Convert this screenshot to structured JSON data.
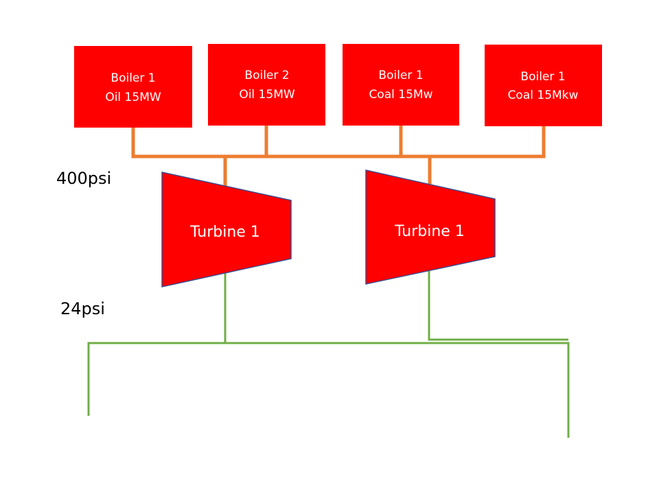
{
  "colors": {
    "equipment_fill": "#ff0000",
    "turbine_outline": "#3c4a8c",
    "steam_pipe": "#ed7d31",
    "exhaust_pipe": "#70ad47",
    "label_text": "#ffffff",
    "pressure_text": "#000000"
  },
  "boilers": [
    {
      "name": "Boiler 1",
      "spec": "Oil 15MW"
    },
    {
      "name": "Boiler 2",
      "spec": "Oil 15MW"
    },
    {
      "name": "Boiler 1",
      "spec": "Coal 15Mw"
    },
    {
      "name": "Boiler 1",
      "spec": "Coal 15Mkw"
    }
  ],
  "turbines": [
    {
      "label": "Turbine 1"
    },
    {
      "label": "Turbine 1"
    }
  ],
  "pressures": {
    "high": "400psi",
    "low": "24psi"
  }
}
